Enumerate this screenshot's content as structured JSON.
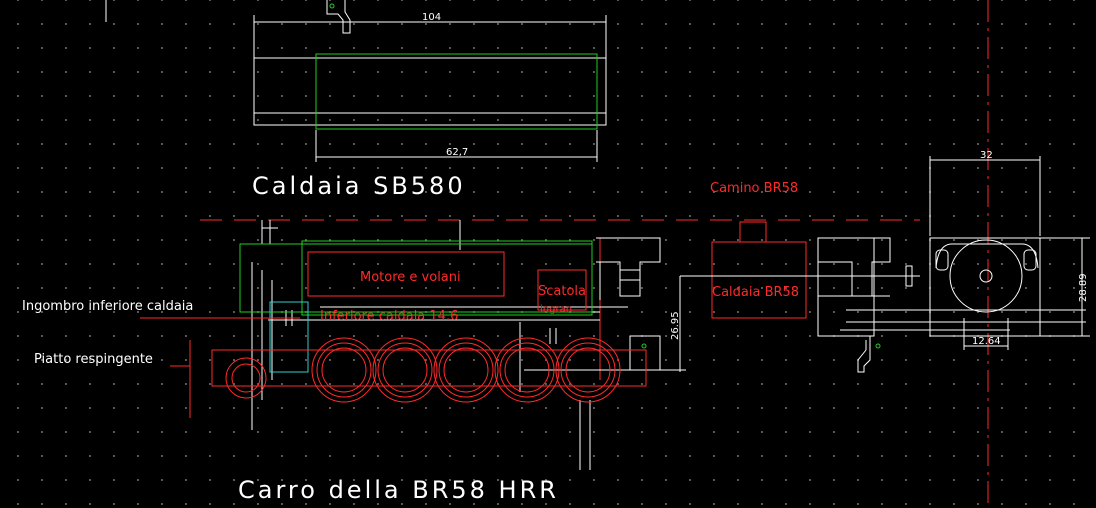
{
  "drawing": {
    "title_boiler": "Caldaia SB580",
    "title_chassis": "Carro della BR58 HRR",
    "labels": {
      "ingombro": "Ingombro inferiore caldaia",
      "piatto": "Piatto respingente",
      "motore": "Motore e volani",
      "inferiore": "Inferiore caldaia 14.6",
      "scatola_1": "Scatola",
      "scatola_2": "ingran",
      "camino": "Camino BR58",
      "caldaia_br58": "Caldaia BR58"
    },
    "dimensions": {
      "d104": "104",
      "d627": "62,7",
      "d32": "32",
      "d2695": "26.95",
      "d2889": "28.89",
      "d1264": "12.64"
    },
    "colors": {
      "background": "#000000",
      "lines": "#ffffff",
      "red": "#ff2a2a",
      "green": "#22cc22",
      "cyan": "#33cccc",
      "grid_dots": "#6a6a6a"
    }
  }
}
